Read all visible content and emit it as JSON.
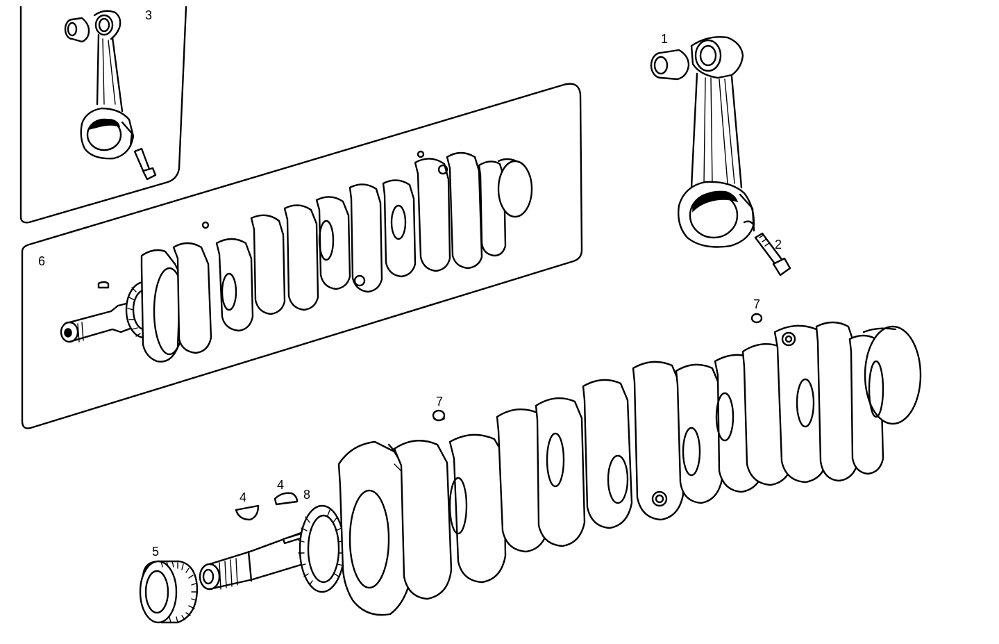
{
  "callouts": {
    "c1": "1",
    "c2": "2",
    "c3": "3",
    "c4a": "4",
    "c4b": "4",
    "c5": "5",
    "c6": "6",
    "c7a": "7",
    "c7b": "7",
    "c8": "8"
  }
}
